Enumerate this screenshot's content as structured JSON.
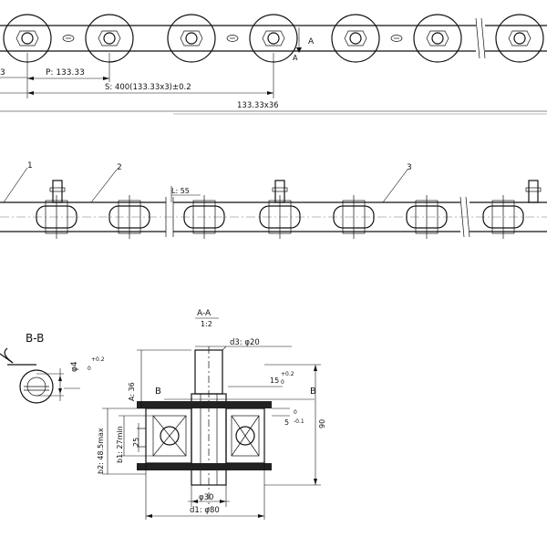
{
  "top_view": {
    "label_3": "3",
    "pitch_label": "P: 133.33",
    "span_label": "S: 400(133.33x3)±0.2",
    "total_label": "133.33x36",
    "section_mark": "A",
    "section_mark_2": "A"
  },
  "side_view": {
    "callout_1": "1",
    "callout_2": "2",
    "callout_3": "3",
    "gap_label": "L: 55"
  },
  "section_bb": {
    "title": "B-B",
    "hole_label": "φ4",
    "tol_upper": "+0.2",
    "tol_lower": "0"
  },
  "section_aa": {
    "title": "A-A",
    "scale": "1:2",
    "d3_label": "d3: φ20",
    "angle_label": "15",
    "angle_tol_upper": "+0.2",
    "angle_tol_lower": "0",
    "cut_left": "B",
    "cut_right": "B",
    "height_a": "A: 36",
    "offset_label": "5",
    "offset_tol_upper": "0",
    "offset_tol_lower": "-0.1",
    "b2_label": "b2: 48.5max",
    "b1_label": "b1: 27min",
    "dim_25": "25",
    "dim_90": "90",
    "dim_30": "φ30",
    "d1_label": "d1: φ80"
  }
}
